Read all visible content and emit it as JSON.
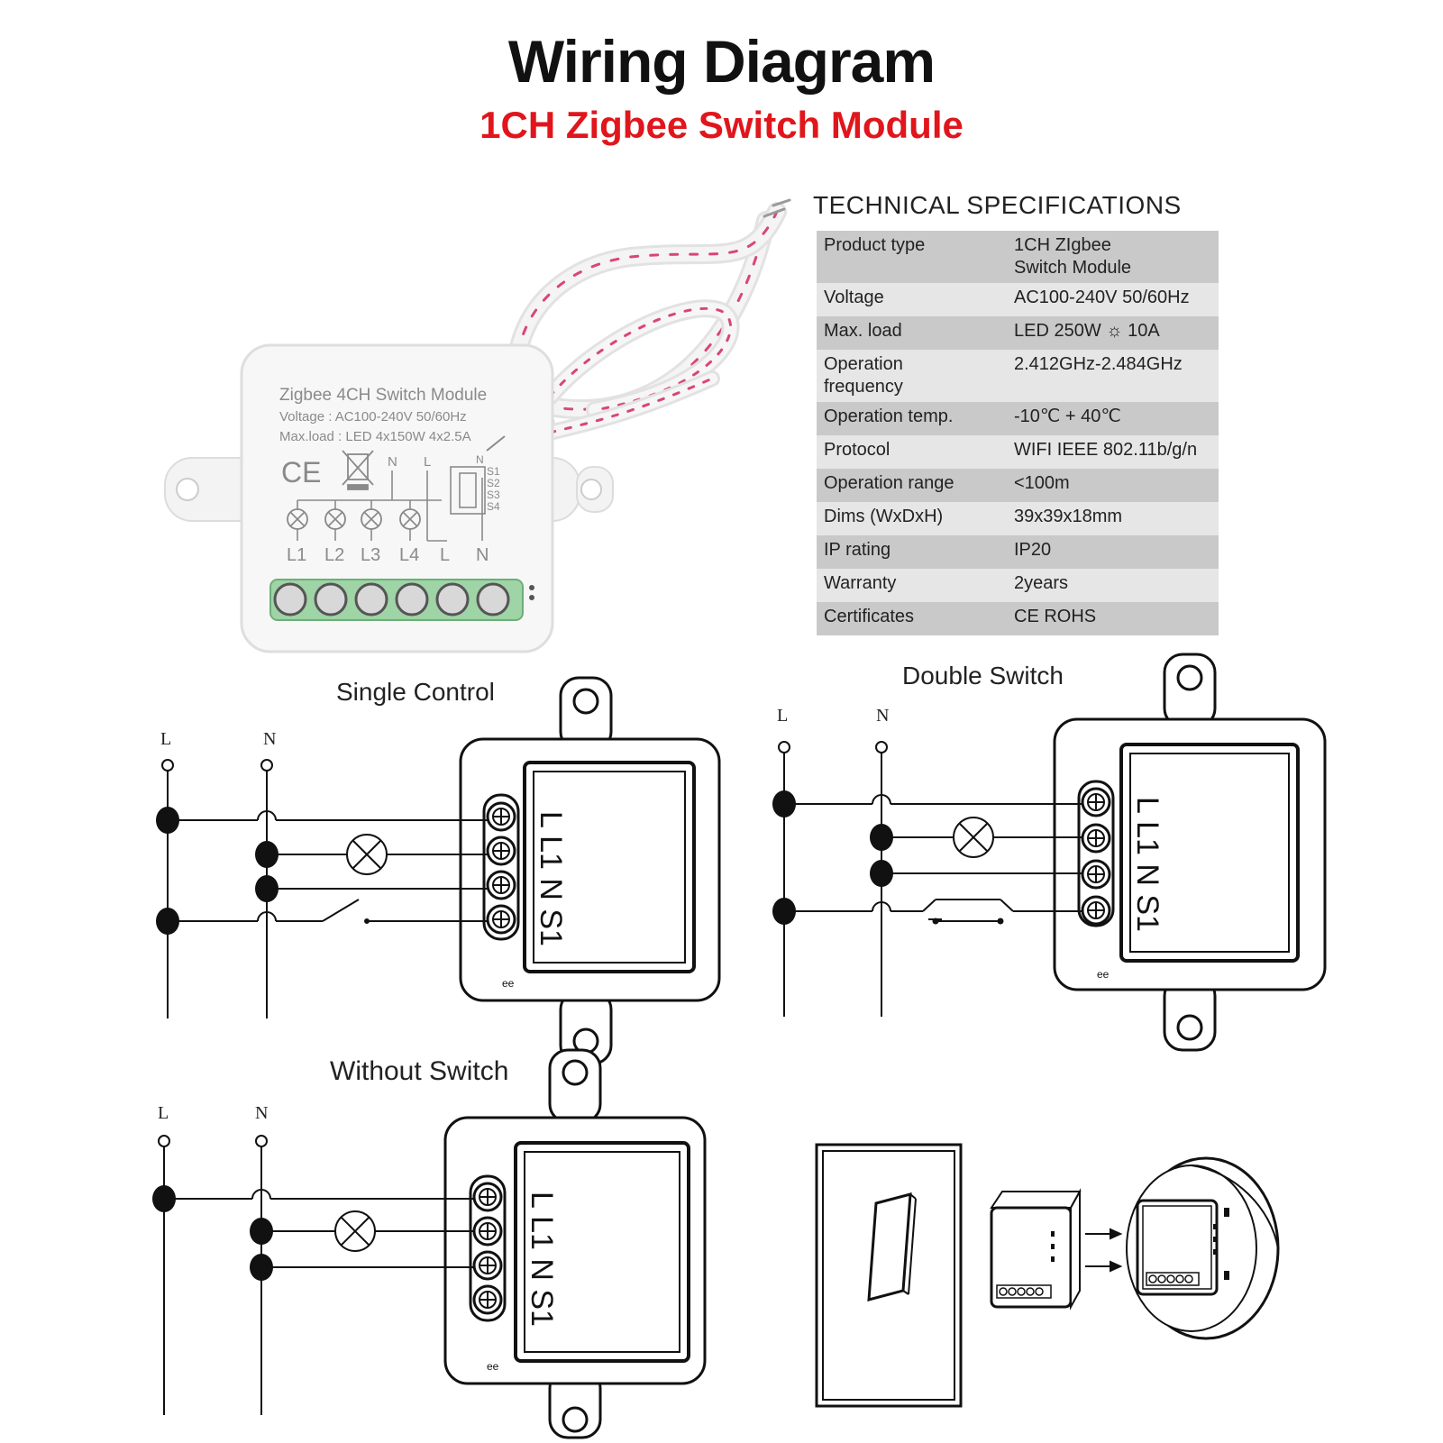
{
  "header": {
    "title": "Wiring Diagram",
    "subtitle": "1CH Zigbee Switch Module"
  },
  "product_label": {
    "line1": "Zigbee 4CH Switch Module",
    "line2": "Voltage : AC100-240V 50/60Hz",
    "line3": "Max.load : LED 4x150W 4x2.5A",
    "ce_mark": "CE",
    "top_terminals": [
      "N",
      "L"
    ],
    "switch_inputs": [
      "N",
      "S1",
      "S2",
      "S3",
      "S4"
    ],
    "bottom_terminals": [
      "L1",
      "L2",
      "L3",
      "L4",
      "L",
      "N"
    ]
  },
  "specs": {
    "heading": "TECHNICAL SPECIFICATIONS",
    "rows": [
      {
        "key": "Product type",
        "value": "1CH ZIgbee\nSwitch Module"
      },
      {
        "key": "Voltage",
        "value": "AC100-240V 50/60Hz"
      },
      {
        "key": "Max. load",
        "value": "LED 250W  ☼ 10A"
      },
      {
        "key": "Operation\nfrequency",
        "value": "2.412GHz-2.484GHz"
      },
      {
        "key": "Operation temp.",
        "value": "-10℃ + 40℃"
      },
      {
        "key": "Protocol",
        "value": "WIFI  IEEE 802.11b/g/n"
      },
      {
        "key": "Operation range",
        "value": "<100m"
      },
      {
        "key": "Dims (WxDxH)",
        "value": "39x39x18mm"
      },
      {
        "key": "IP rating",
        "value": "IP20"
      },
      {
        "key": "Warranty",
        "value": "2years"
      },
      {
        "key": "Certificates",
        "value": "CE ROHS"
      }
    ]
  },
  "diagrams": {
    "single_control": {
      "label": "Single Control",
      "line_l": "L",
      "line_n": "N",
      "terminals": "L L1 N S1"
    },
    "double_switch": {
      "label": "Double Switch",
      "line_l": "L",
      "line_n": "N",
      "terminals": "L L1 N S1"
    },
    "without_switch": {
      "label": "Without Switch",
      "line_l": "L",
      "line_n": "N",
      "terminals": "L L1 N S1"
    }
  },
  "colors": {
    "title": "#111111",
    "subtitle": "#e0161c",
    "terminal_green": "#9fd4a6",
    "wire_stripe": "#d9457a"
  }
}
